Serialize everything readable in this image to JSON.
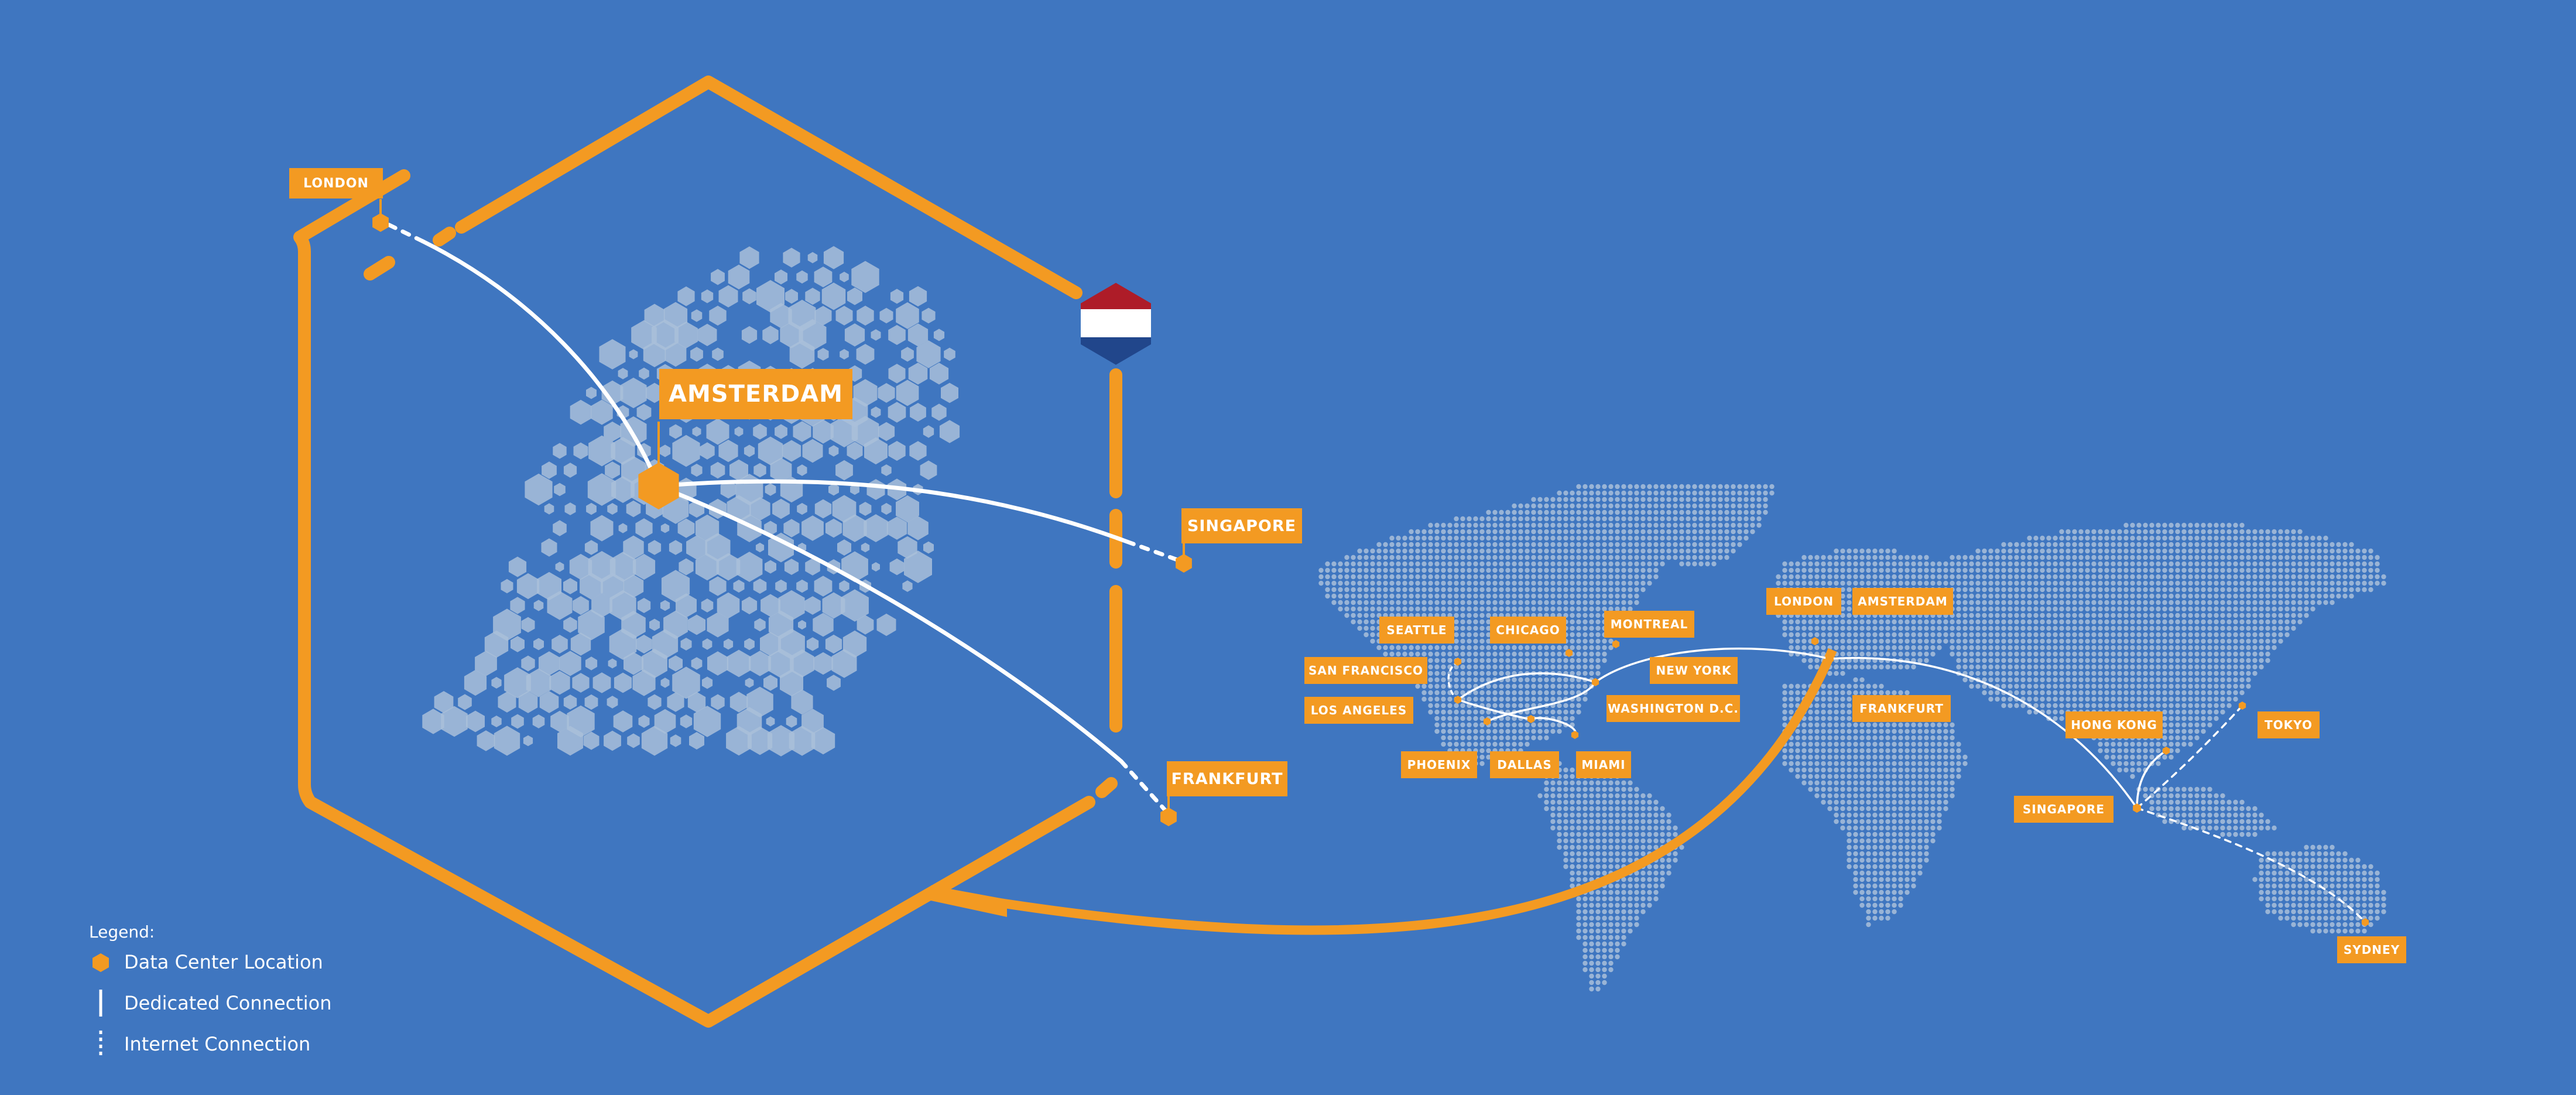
{
  "colors": {
    "background": "#3f76c0",
    "accent": "#f39a22",
    "dots": "#a9bfd9",
    "line": "#ffffff",
    "flag_red": "#ae1c28",
    "flag_white": "#ffffff",
    "flag_blue": "#21468b"
  },
  "detail": {
    "hub": "AMSTERDAM",
    "destinations": [
      {
        "label": "LONDON",
        "connection": "dedicated + internet"
      },
      {
        "label": "SINGAPORE",
        "connection": "dedicated + internet"
      },
      {
        "label": "FRANKFURT",
        "connection": "dedicated + internet"
      }
    ],
    "flag_icon": "netherlands-flag-icon"
  },
  "world": {
    "cities": [
      {
        "key": "seattle",
        "label": "SEATTLE"
      },
      {
        "key": "chicago",
        "label": "CHICAGO"
      },
      {
        "key": "montreal",
        "label": "MONTREAL"
      },
      {
        "key": "san_francisco",
        "label": "SAN FRANCISCO"
      },
      {
        "key": "new_york",
        "label": "NEW YORK"
      },
      {
        "key": "los_angeles",
        "label": "LOS ANGELES"
      },
      {
        "key": "washington",
        "label": "WASHINGTON D.C."
      },
      {
        "key": "phoenix",
        "label": "PHOENIX"
      },
      {
        "key": "dallas",
        "label": "DALLAS"
      },
      {
        "key": "miami",
        "label": "MIAMI"
      },
      {
        "key": "london",
        "label": "LONDON"
      },
      {
        "key": "amsterdam",
        "label": "AMSTERDAM"
      },
      {
        "key": "frankfurt",
        "label": "FRANKFURT"
      },
      {
        "key": "hong_kong",
        "label": "HONG KONG"
      },
      {
        "key": "tokyo",
        "label": "TOKYO"
      },
      {
        "key": "singapore",
        "label": "SINGAPORE"
      },
      {
        "key": "sydney",
        "label": "SYDNEY"
      }
    ]
  },
  "legend": {
    "title": "Legend:",
    "items": [
      {
        "icon": "orange-hexagon-icon",
        "label": "Data Center Location"
      },
      {
        "icon": "solid-line-icon",
        "label": "Dedicated Connection"
      },
      {
        "icon": "dashed-line-icon",
        "label": "Internet Connection"
      }
    ]
  }
}
